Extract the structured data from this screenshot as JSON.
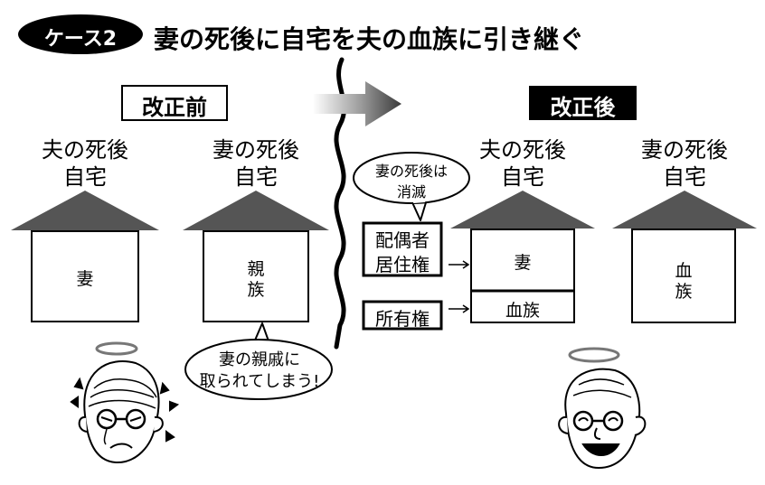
{
  "header": {
    "case_badge": "ケース2",
    "title": "妻の死後に自宅を夫の血族に引き継ぐ"
  },
  "before": {
    "label": "改正前",
    "house_left": {
      "caption_line1": "夫の死後",
      "caption_line2": "自宅",
      "owner": "妻"
    },
    "house_right": {
      "caption_line1": "妻の死後",
      "caption_line2": "自宅",
      "owner_line1": "親",
      "owner_line2": "族"
    },
    "speech_line1": "妻の親戚に",
    "speech_line2": "取られてしまう!"
  },
  "after": {
    "label": "改正後",
    "thought_line1": "妻の死後は",
    "thought_line2": "消滅",
    "right_label_box": {
      "line1": "配偶者",
      "line2": "居住権"
    },
    "ownership_box": "所有権",
    "house_left": {
      "caption_line1": "夫の死後",
      "caption_line2": "自宅",
      "top_cell": "妻",
      "bottom_cell": "血族"
    },
    "house_right": {
      "caption_line1": "妻の死後",
      "caption_line2": "自宅",
      "owner_line1": "血",
      "owner_line2": "族"
    }
  }
}
